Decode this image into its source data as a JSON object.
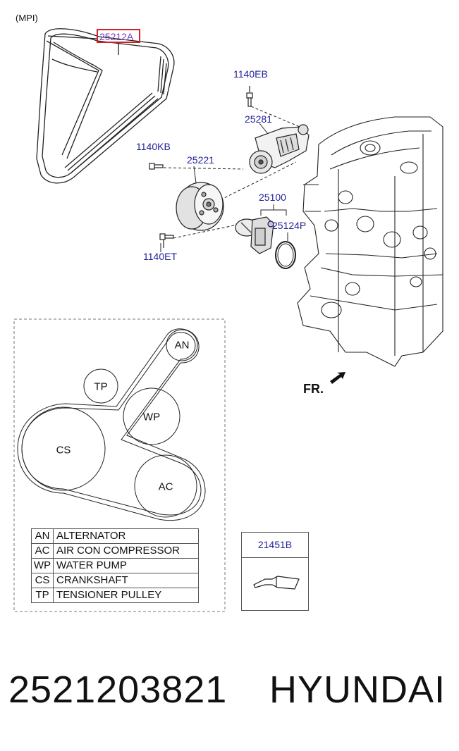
{
  "variant_label": "(MPI)",
  "highlighted_part": "25212A",
  "callouts": {
    "bolt_eb": "1140EB",
    "tensioner": "25281",
    "bolt_kb": "1140KB",
    "idler": "25221",
    "water_pump": "25100",
    "gasket": "25124P",
    "bolt_et": "1140ET"
  },
  "front_marker": "FR.",
  "pulleys": {
    "an": "AN",
    "tp": "TP",
    "wp": "WP",
    "cs": "CS",
    "ac": "AC"
  },
  "legend": [
    {
      "abbr": "AN",
      "name": "ALTERNATOR"
    },
    {
      "abbr": "AC",
      "name": "AIR CON COMPRESSOR"
    },
    {
      "abbr": "WP",
      "name": "WATER PUMP"
    },
    {
      "abbr": "CS",
      "name": "CRANKSHAFT"
    },
    {
      "abbr": "TP",
      "name": "TENSIONER PULLEY"
    }
  ],
  "sealant_part": "21451B",
  "footer": {
    "part_number": "2521203821",
    "brand": "HYUNDAI"
  },
  "colors": {
    "callout_text": "#22229a",
    "highlight_border": "#d42027",
    "highlight_text": "#7a3fc4",
    "line": "#222222"
  }
}
